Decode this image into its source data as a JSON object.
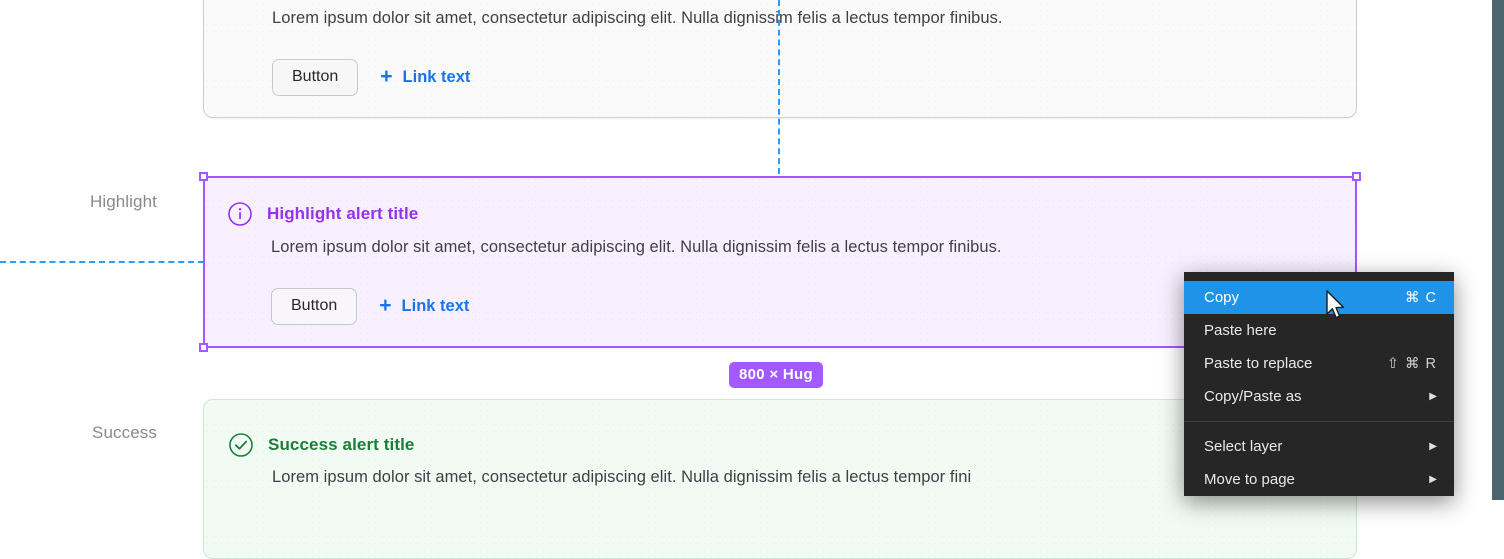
{
  "canvas": {
    "edge_color": "#4d6570",
    "background": "#ffffff"
  },
  "rows": [
    {
      "label": "Highlight"
    },
    {
      "label": "Success"
    }
  ],
  "alerts": [
    {
      "variant": "neutral",
      "title": "",
      "body": "Lorem ipsum dolor sit amet, consectetur adipiscing elit. Nulla dignissim felis a lectus tempor finibus.",
      "button_label": "Button",
      "link_label": "Link text",
      "plus": "+",
      "background": "#fafafa",
      "border_color": "#cfcfcf"
    },
    {
      "variant": "highlight",
      "icon_name": "info-circle-icon",
      "title": "Highlight alert title",
      "body": "Lorem ipsum dolor sit amet, consectetur adipiscing elit. Nulla dignissim felis a lectus tempor finibus.",
      "button_label": "Button",
      "link_label": "Link text",
      "plus": "+",
      "background": "#f9f0ff",
      "title_color": "#9333ea",
      "accent_color": "#a259ff"
    },
    {
      "variant": "success",
      "icon_name": "check-circle-icon",
      "title": "Success alert title",
      "body": "Lorem ipsum dolor sit amet, consectetur adipiscing elit. Nulla dignissim felis a lectus tempor fini",
      "background": "#f2faf4",
      "title_color": "#1a7f37",
      "border_color": "#cde8d5"
    }
  ],
  "selection": {
    "accent_color": "#a259ff",
    "size_badge": "800 × Hug"
  },
  "guides": {
    "color": "#2e9bf0"
  },
  "context_menu": {
    "items": [
      {
        "label": "Copy",
        "shortcut": "⌘ C",
        "arrow": "",
        "selected": true
      },
      {
        "label": "Paste here",
        "shortcut": "",
        "arrow": "",
        "selected": false
      },
      {
        "label": "Paste to replace",
        "shortcut": "⇧ ⌘ R",
        "arrow": "",
        "selected": false
      },
      {
        "label": "Copy/Paste as",
        "shortcut": "",
        "arrow": "▶",
        "selected": false
      },
      {
        "label": "Select layer",
        "shortcut": "",
        "arrow": "▶",
        "selected": false
      },
      {
        "label": "Move to page",
        "shortcut": "",
        "arrow": "▶",
        "selected": false
      }
    ],
    "separator_after_index": 3,
    "highlight_color": "#1f93e8",
    "background": "#262626"
  }
}
